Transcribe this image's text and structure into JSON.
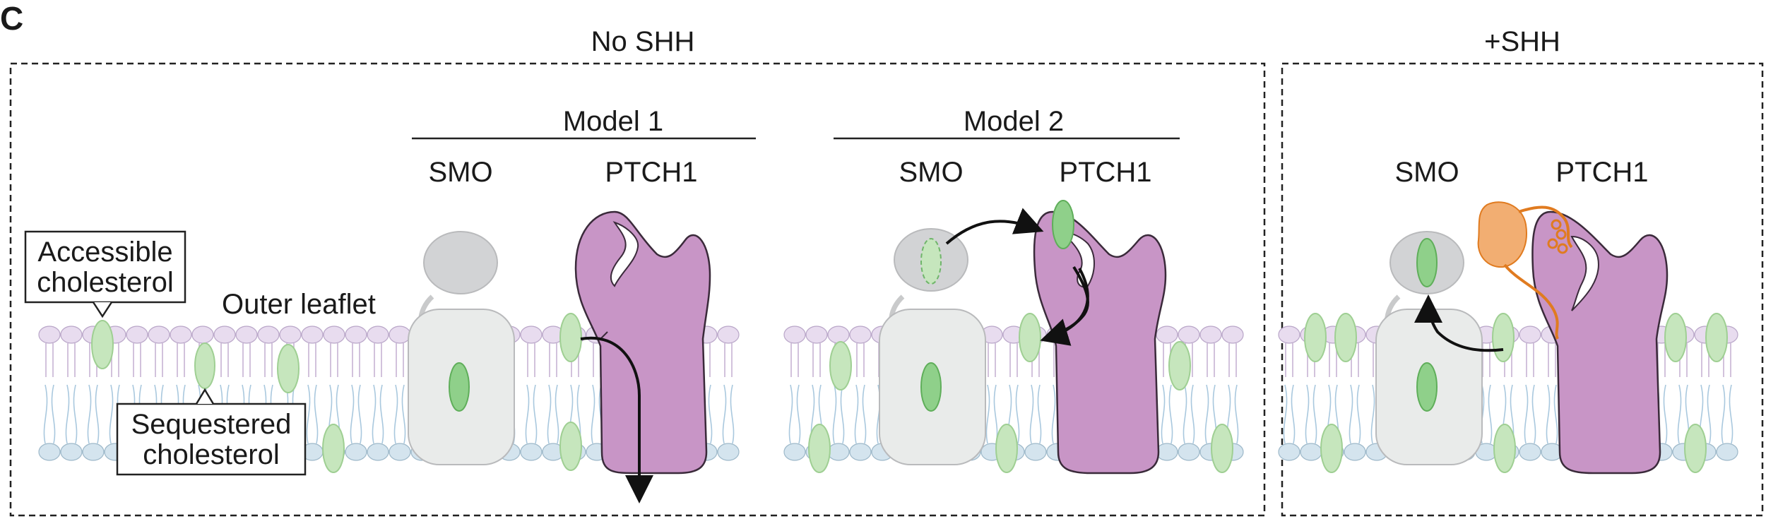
{
  "figure": {
    "panel_letter": "C",
    "conditions": {
      "no_shh": "No SHH",
      "plus_shh": "+SHH"
    },
    "models": {
      "model1": "Model 1",
      "model2": "Model 2"
    },
    "proteins": {
      "smo": "SMO",
      "ptch1": "PTCH1"
    },
    "annotations": {
      "accessible_line1": "Accessible",
      "accessible_line2": "cholesterol",
      "outer_leaflet": "Outer leaflet",
      "sequestered_line1": "Sequestered",
      "sequestered_line2": "cholesterol"
    }
  },
  "colors": {
    "ptch1_fill": "#c895c6",
    "smo_fill": "#e9ebea",
    "smo_crd_fill": "#d2d3d5",
    "cholesterol_fill": "#c6e6bd",
    "cholesterol_bound_fill": "#8fd08a",
    "shh_fill": "#f2ae72",
    "shh_stroke": "#e07b20",
    "lipid_outer_head": "#e8dcef",
    "lipid_inner_head": "#d4e4ee",
    "lipid_tail": "#a9c8de"
  }
}
